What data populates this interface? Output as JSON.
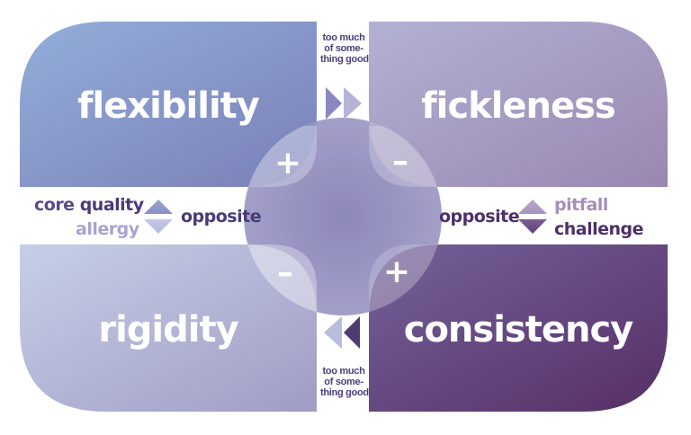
{
  "quadrants": {
    "top_left": "flexibility",
    "top_right": "fickleness",
    "bottom_left": "rigidity",
    "bottom_right": "consistency"
  },
  "signs": {
    "top_left": "+",
    "top_right": "–",
    "bottom_left": "–",
    "bottom_right": "+"
  },
  "notes": {
    "top_line1": "too much",
    "top_line2": "of some-",
    "top_line3": "thing good",
    "bottom_line1": "too much",
    "bottom_line2": "of some-",
    "bottom_line3": "thing good"
  },
  "left_labels": {
    "core": "core",
    "quality": "quality",
    "allergy": "allergy",
    "opposite": "opposite"
  },
  "right_labels": {
    "opposite": "opposite",
    "pitfall": "pitfall",
    "challenge": "challenge"
  },
  "colors": {
    "top_left": [
      "#93aed9",
      "#7a7fb7"
    ],
    "top_right": [
      "#b2b1d4",
      "#9a87b1"
    ],
    "bottom_left": [
      "#c6cfe7",
      "#a09cc5"
    ],
    "bottom_right": [
      "#736299",
      "#572f67"
    ]
  }
}
